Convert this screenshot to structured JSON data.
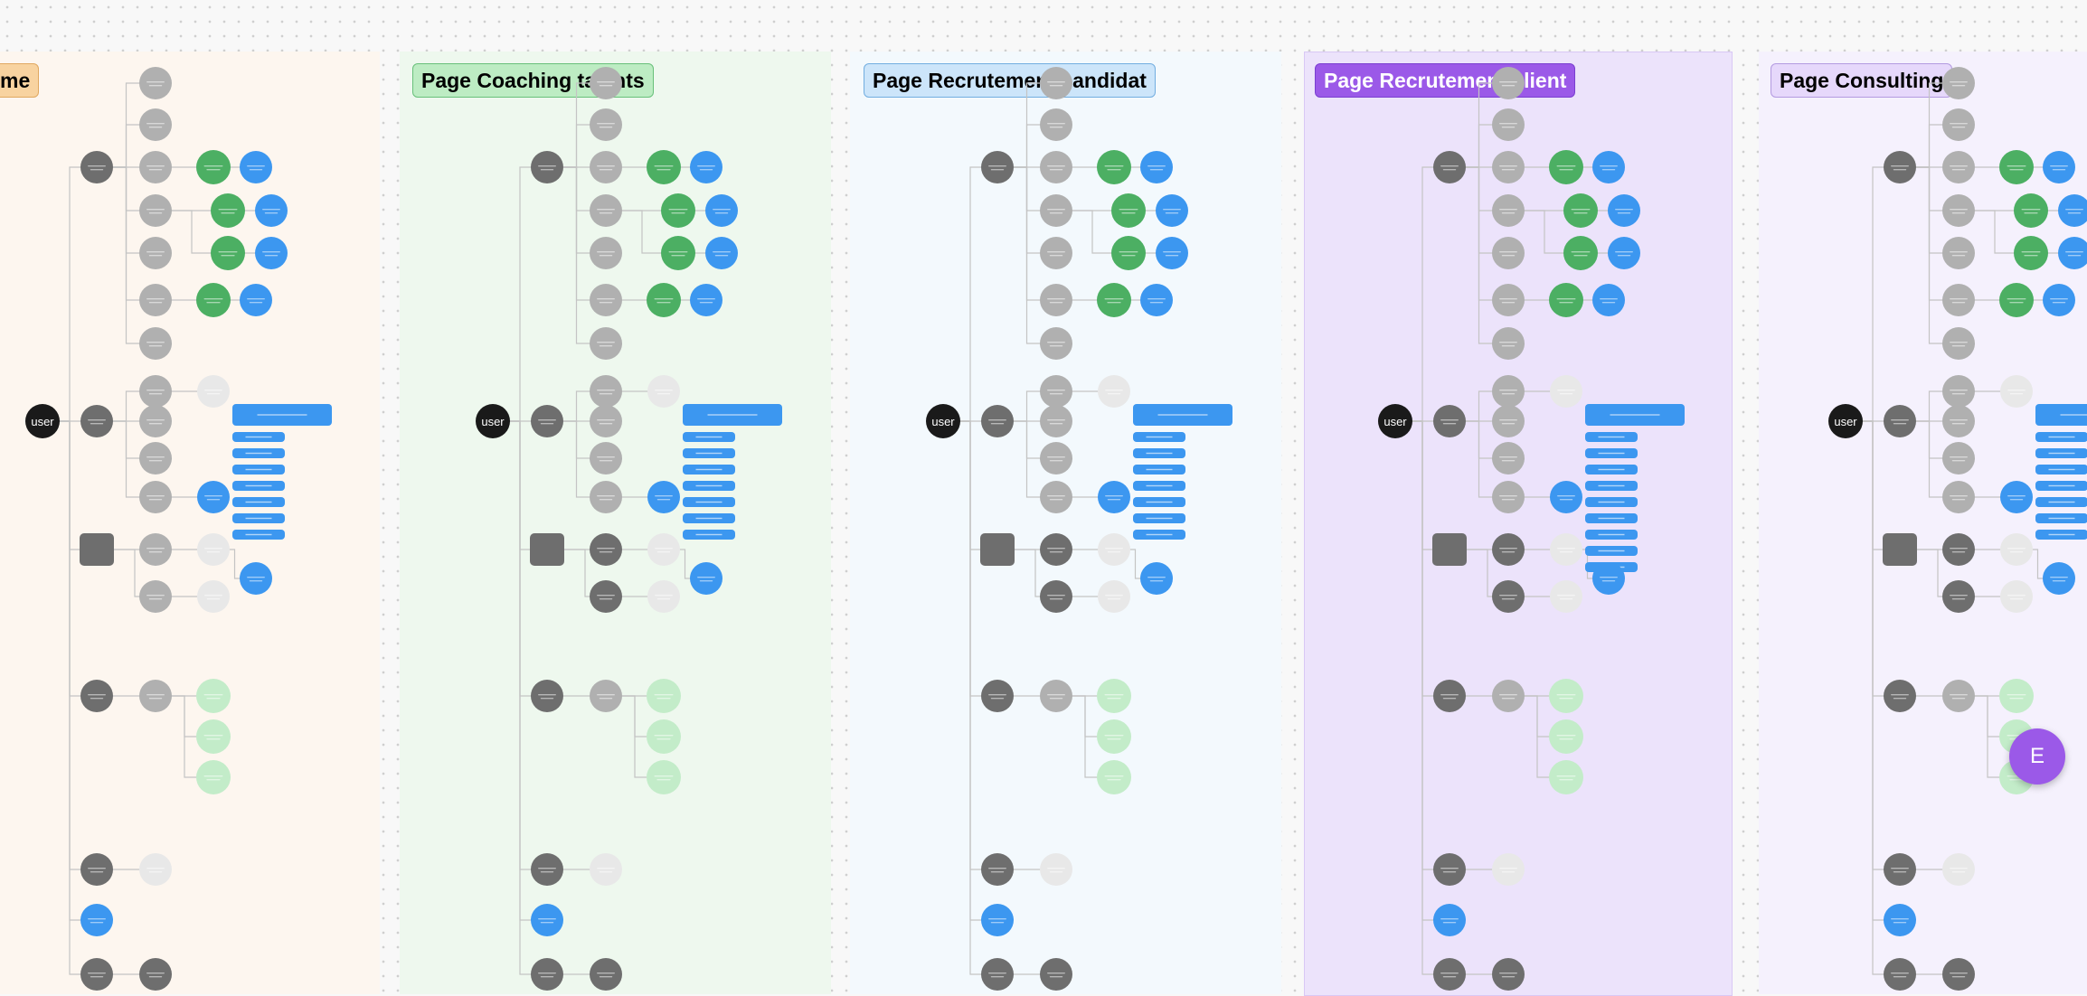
{
  "sections": [
    {
      "id": "home",
      "title": "me",
      "bg": "#fdf6ef",
      "accent": "#f8d3a0",
      "title_color": "#000000",
      "title_border": "#e0a860"
    },
    {
      "id": "coaching",
      "title": "Page Coaching talents",
      "bg": "#eef8ee",
      "accent": "#bdecc3",
      "title_color": "#000000",
      "title_border": "#68c07a"
    },
    {
      "id": "recrutement-candidat",
      "title": "Page Recrutement candidat",
      "bg": "#f3f9fd",
      "accent": "#cce5fa",
      "title_color": "#000000",
      "title_border": "#72aee0"
    },
    {
      "id": "recrutement-client",
      "title": "Page Recrutement client",
      "bg": "#ece3fb",
      "accent": "#9b59e8",
      "title_color": "#ffffff",
      "title_border": "#7a3fd0"
    },
    {
      "id": "consulting",
      "title": "Page Consulting",
      "bg": "#f5f1fd",
      "accent": "#e6d8fb",
      "title_color": "#000000",
      "title_border": "#b39ae0"
    }
  ],
  "root_node_label": "user",
  "colors": {
    "dark": "#6e6e6e",
    "mid": "#b0b0b0",
    "light": "#e8e8e8",
    "green": "#4caf63",
    "light_green": "#c3ecc9",
    "blue": "#3c97f0",
    "black": "#1a1a1a",
    "line": "#c4c4c4"
  },
  "presence_avatar": {
    "initial": "E",
    "color": "#9b59e8"
  }
}
